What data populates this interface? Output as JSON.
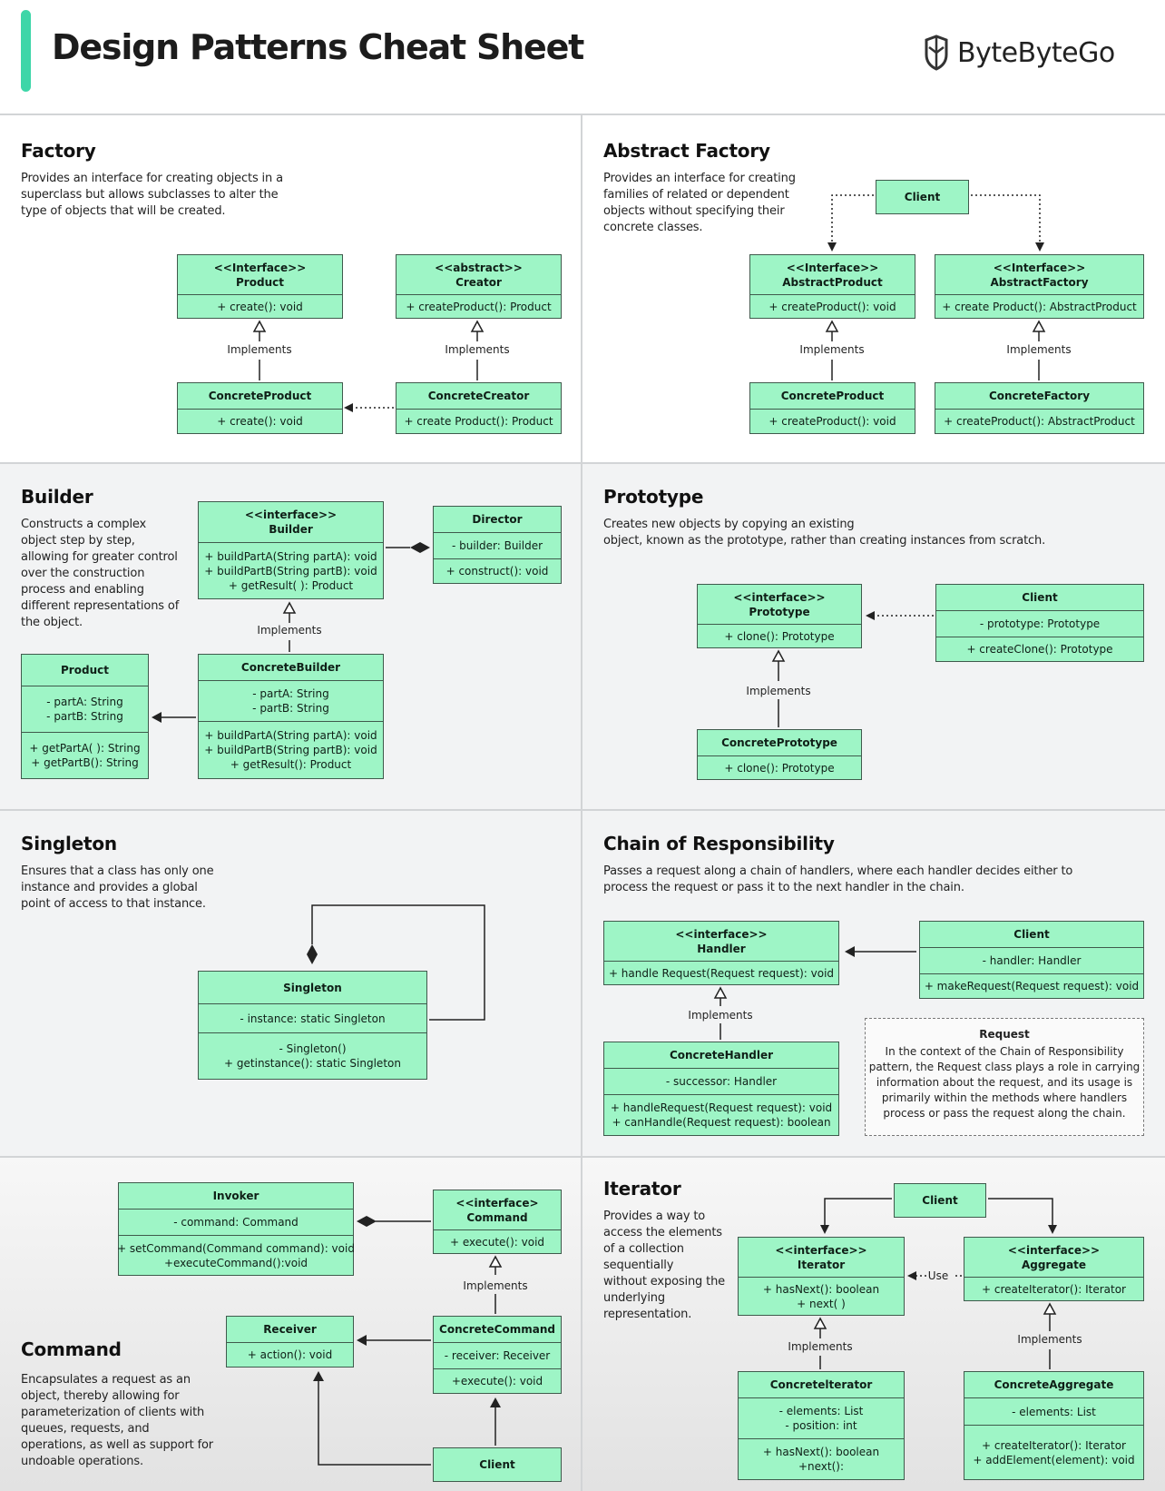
{
  "header": {
    "title": "Design Patterns Cheat Sheet",
    "brand": "ByteByteGo"
  },
  "factory": {
    "title": "Factory",
    "desc": [
      "Provides an interface for creating objects in a",
      "superclass but allows subclasses to alter the",
      "type of objects that will be created."
    ],
    "product": {
      "head": [
        "<<Interface>>",
        "Product"
      ],
      "methods": [
        "+ create(): void"
      ]
    },
    "creator": {
      "head": [
        "<<abstract>>",
        "Creator"
      ],
      "methods": [
        "+ createProduct(): Product"
      ]
    },
    "concrete_product": {
      "head": [
        "ConcreteProduct"
      ],
      "methods": [
        "+ create(): void"
      ]
    },
    "concrete_creator": {
      "head": [
        "ConcreteCreator"
      ],
      "methods": [
        "+ create Product(): Product"
      ]
    },
    "implements": "Implements"
  },
  "abstract_factory": {
    "title": "Abstract Factory",
    "desc": [
      "Provides an interface for creating",
      "families of related or dependent",
      "objects without specifying their",
      "concrete classes."
    ],
    "client": "Client",
    "abstract_product": {
      "head": [
        "<<Interface>>",
        "AbstractProduct"
      ],
      "methods": [
        "+ createProduct(): void"
      ]
    },
    "abstract_factory": {
      "head": [
        "<<Interface>>",
        "AbstractFactory"
      ],
      "methods": [
        "+ create Product(): AbstractProduct"
      ]
    },
    "concrete_product": {
      "head": [
        "ConcreteProduct"
      ],
      "methods": [
        "+ createProduct(): void"
      ]
    },
    "concrete_factory": {
      "head": [
        "ConcreteFactory"
      ],
      "methods": [
        "+ createProduct(): AbstractProduct"
      ]
    },
    "implements": "Implements"
  },
  "builder": {
    "title": "Builder",
    "desc": [
      "Constructs a complex",
      "object step by step,",
      "allowing for greater control",
      "over the construction",
      "process and enabling",
      "different representations of",
      "the object."
    ],
    "builder": {
      "head": [
        "<<interface>>",
        "Builder"
      ],
      "methods": [
        "+ buildPartA(String partA): void",
        "+ buildPartB(String partB): void",
        "+ getResult( ): Product"
      ]
    },
    "director": {
      "head": [
        "Director"
      ],
      "fields": [
        "- builder: Builder"
      ],
      "methods": [
        "+ construct(): void"
      ]
    },
    "product": {
      "head": [
        "Product"
      ],
      "fields": [
        "- partA: String",
        "- partB: String"
      ],
      "methods": [
        "+ getPartA( ): String",
        "+ getPartB(): String"
      ]
    },
    "concrete_builder": {
      "head": [
        "ConcreteBuilder"
      ],
      "fields": [
        "- partA: String",
        "- partB: String"
      ],
      "methods": [
        "+ buildPartA(String partA): void",
        "+ buildPartB(String partB): void",
        "+ getResult(): Product"
      ]
    },
    "implements": "Implements"
  },
  "prototype": {
    "title": "Prototype",
    "desc": [
      "Creates new objects by copying an existing",
      "object, known as the prototype, rather than creating instances from scratch."
    ],
    "prototype": {
      "head": [
        "<<interface>>",
        "Prototype"
      ],
      "methods": [
        "+ clone(): Prototype"
      ]
    },
    "client": {
      "head": [
        "Client"
      ],
      "fields": [
        "- prototype: Prototype"
      ],
      "methods": [
        "+ createClone(): Prototype"
      ]
    },
    "concrete_prototype": {
      "head": [
        "ConcretePrototype"
      ],
      "methods": [
        "+ clone(): Prototype"
      ]
    },
    "implements": "Implements"
  },
  "singleton": {
    "title": "Singleton",
    "desc": [
      "Ensures that a class has only one",
      "instance and provides a global",
      "point of access to that instance."
    ],
    "singleton": {
      "head": [
        "Singleton"
      ],
      "fields": [
        "- instance: static Singleton"
      ],
      "methods": [
        "- Singleton()",
        "+ getinstance(): static Singleton"
      ]
    }
  },
  "chain": {
    "title": "Chain of Responsibility",
    "desc": [
      "Passes a request along a chain of handlers, where each handler decides either to",
      "process the request or pass it to the next handler in the chain."
    ],
    "handler": {
      "head": [
        "<<interface>>",
        "Handler"
      ],
      "methods": [
        "+ handle Request(Request request): void"
      ]
    },
    "client": {
      "head": [
        "Client"
      ],
      "fields": [
        "- handler: Handler"
      ],
      "methods": [
        "+ makeRequest(Request request): void"
      ]
    },
    "concrete_handler": {
      "head": [
        "ConcreteHandler"
      ],
      "fields": [
        "- successor: Handler"
      ],
      "methods": [
        "+ handleRequest(Request request): void",
        "+ canHandle(Request request): boolean"
      ]
    },
    "note_title": "Request",
    "note_lines": [
      "In the context of the Chain of Responsibility",
      "pattern, the Request class plays a role in carrying",
      "information about the request, and its usage is",
      "primarily within the methods where handlers",
      "process or pass the request along the chain."
    ],
    "implements": "Implements"
  },
  "command": {
    "title": "Command",
    "desc": [
      "Encapsulates a request as an",
      "object, thereby allowing for",
      "parameterization of clients with",
      "queues, requests, and",
      "operations, as well as support for",
      "undoable operations."
    ],
    "invoker": {
      "head": [
        "Invoker"
      ],
      "fields": [
        "- command: Command"
      ],
      "methods": [
        "+ setCommand(Command command): void",
        "+executeCommand():void"
      ]
    },
    "command": {
      "head": [
        "<<interface>",
        "Command"
      ],
      "methods": [
        "+ execute(): void"
      ]
    },
    "receiver": {
      "head": [
        "Receiver"
      ],
      "methods": [
        "+ action(): void"
      ]
    },
    "concrete_command": {
      "head": [
        "ConcreteCommand"
      ],
      "fields": [
        "- receiver: Receiver"
      ],
      "methods": [
        "+execute(): void"
      ]
    },
    "client": "Client",
    "implements": "Implements"
  },
  "iterator": {
    "title": "Iterator",
    "desc": [
      "Provides a way to",
      "access the elements",
      "of a collection",
      "sequentially",
      "without exposing the",
      "underlying",
      "representation."
    ],
    "client": "Client",
    "iterator": {
      "head": [
        "<<interface>>",
        "Iterator"
      ],
      "methods": [
        "+ hasNext(): boolean",
        "+ next( )"
      ]
    },
    "aggregate": {
      "head": [
        "<<interface>>",
        "Aggregate"
      ],
      "methods": [
        "+ createIterator(): Iterator"
      ]
    },
    "concrete_iterator": {
      "head": [
        "Concretelterator"
      ],
      "fields": [
        "- elements: List",
        "- position: int"
      ],
      "methods": [
        "+ hasNext(): boolean",
        "+next():"
      ]
    },
    "concrete_aggregate": {
      "head": [
        "ConcreteAggregate"
      ],
      "fields": [
        "- elements: List"
      ],
      "methods": [
        "+ createIterator(): Iterator",
        "+ addElement(element): void"
      ]
    },
    "use": "Use",
    "implements": "Implements"
  },
  "colors": {
    "box_fill": "#9ef5c6",
    "box_border": "#3f5a4c",
    "accent": "#3dd6a8",
    "panel": "#f2f3f4"
  }
}
